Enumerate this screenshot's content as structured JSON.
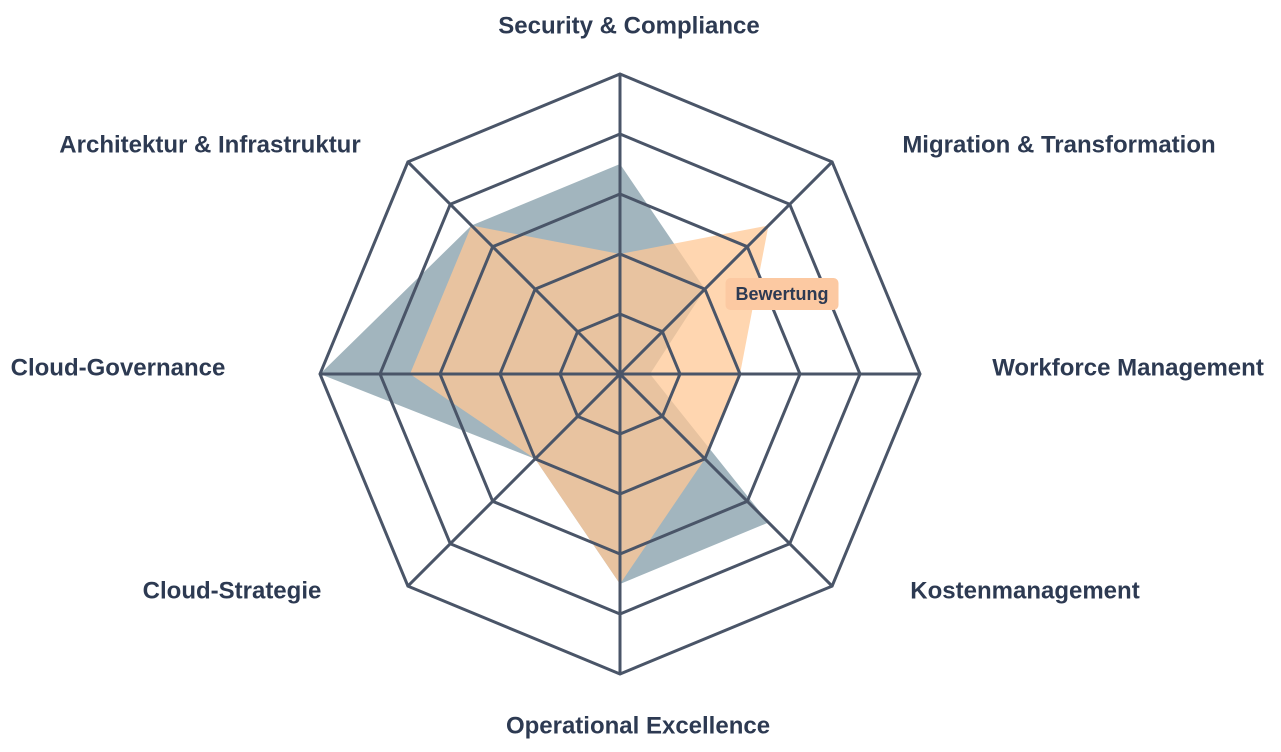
{
  "chart_data": {
    "type": "radar",
    "axes": [
      "Security & Compliance",
      "Migration & Transformation",
      "Workforce Management",
      "Kostenmanagement",
      "Operational Excellence",
      "Cloud-Strategie",
      "Cloud-Governance",
      "Architektur & Infrastruktur"
    ],
    "rlim": [
      0,
      5
    ],
    "levels": [
      1,
      2,
      3,
      4,
      5
    ],
    "grid": true,
    "series": [
      {
        "name": "",
        "color": "#5e7f8f",
        "opacity": 0.58,
        "values": [
          3.5,
          2.0,
          0.5,
          3.5,
          3.5,
          2.0,
          5.0,
          3.5
        ]
      },
      {
        "name": "Bewertung",
        "color": "#ffc895",
        "opacity": 0.75,
        "values": [
          2.0,
          3.5,
          2.0,
          2.0,
          3.5,
          2.0,
          3.5,
          3.5
        ]
      }
    ],
    "tooltip": {
      "text": "Bewertung",
      "series_index": 1,
      "axis_index": 1,
      "value": 3.5
    }
  }
}
